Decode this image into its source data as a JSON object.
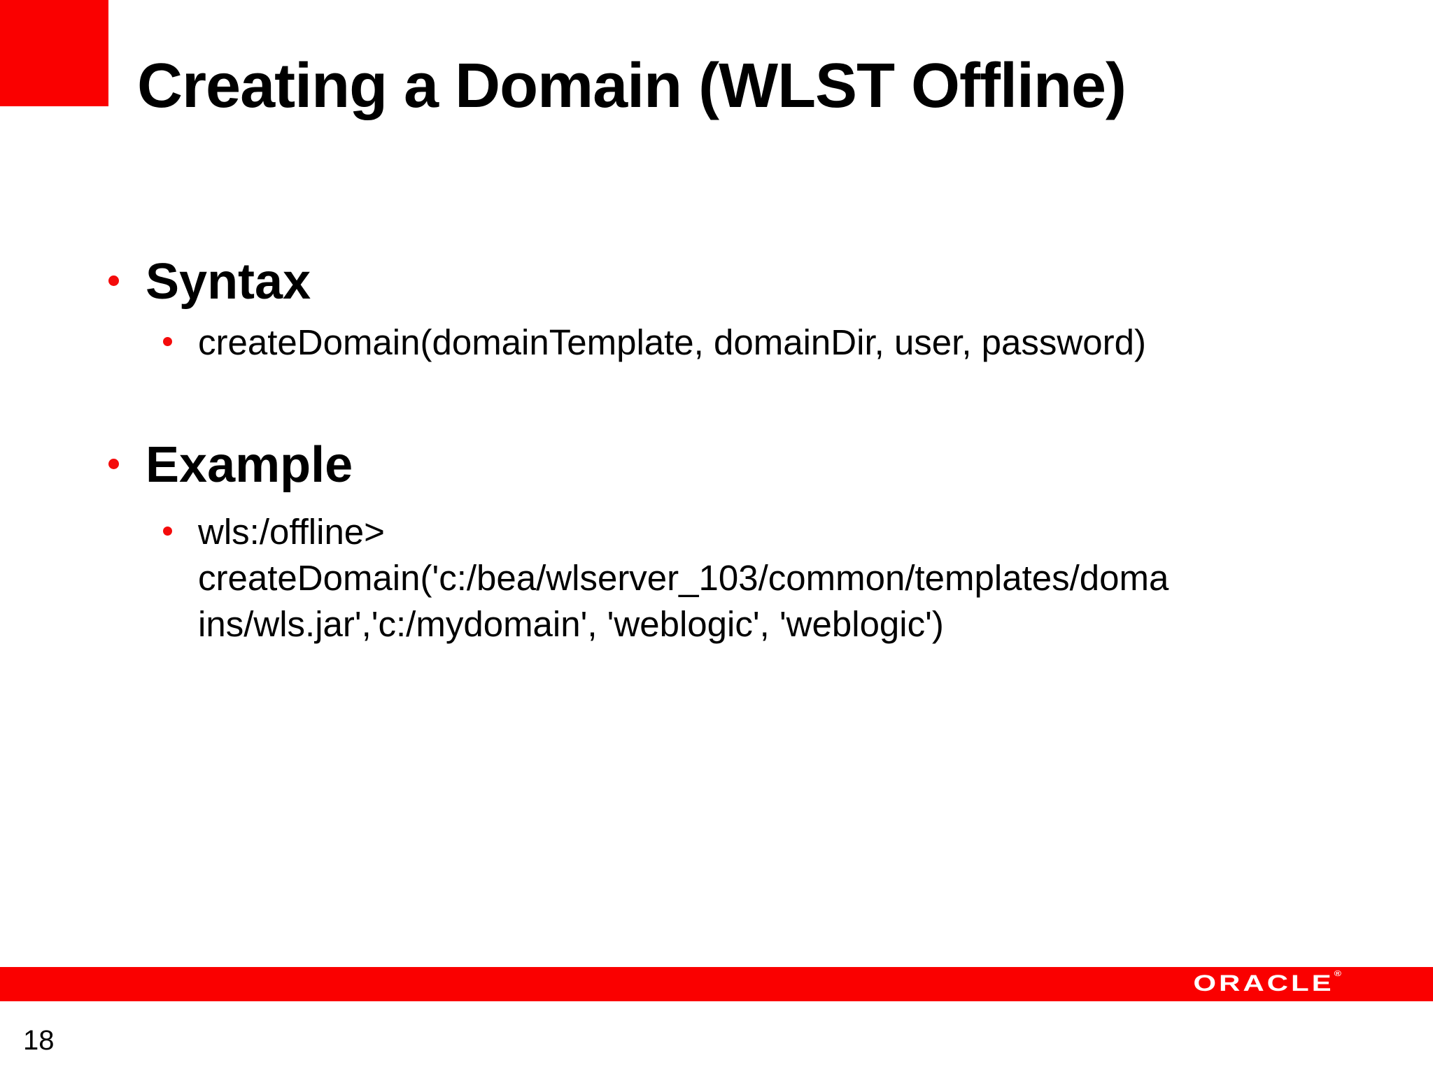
{
  "slide": {
    "title": "Creating a Domain (WLST Offline)",
    "page_number": "18",
    "sections": {
      "syntax": {
        "heading": "Syntax",
        "lines": [
          "createDomain(domainTemplate, domainDir, user, password)"
        ]
      },
      "example": {
        "heading": "Example",
        "lines": [
          "wls:/offline>",
          "createDomain('c:/bea/wlserver_103/common/templates/doma",
          "ins/wls.jar','c:/mydomain', 'weblogic', 'weblogic')"
        ]
      }
    },
    "footer": {
      "logo_text": "ORACLE",
      "registered_mark": "®"
    },
    "colors": {
      "accent_red": "#fa0000",
      "bullet_red": "#f40b0b",
      "text": "#000000",
      "background": "#ffffff",
      "logo_text": "#ffffff"
    }
  }
}
